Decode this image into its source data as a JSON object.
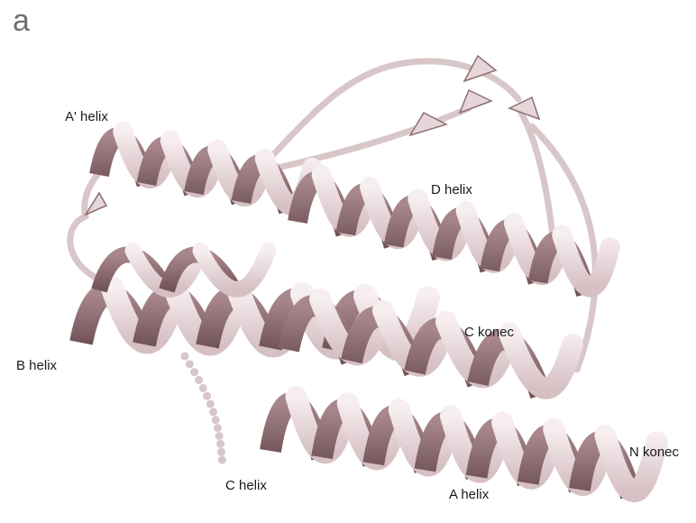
{
  "figure": {
    "panel_letter": "a",
    "labels": {
      "a_prime_helix": "A' helix",
      "b_helix": "B helix",
      "c_helix": "C helix",
      "d_helix": "D helix",
      "a_helix": "A helix",
      "c_konec": "C konec",
      "n_konec": "N konec"
    }
  },
  "colors": {
    "ribbon_light": "#f2e6e8",
    "ribbon_mid": "#d8c3c6",
    "ribbon_dark": "#8f6f73",
    "text": "#1a1a1a"
  }
}
